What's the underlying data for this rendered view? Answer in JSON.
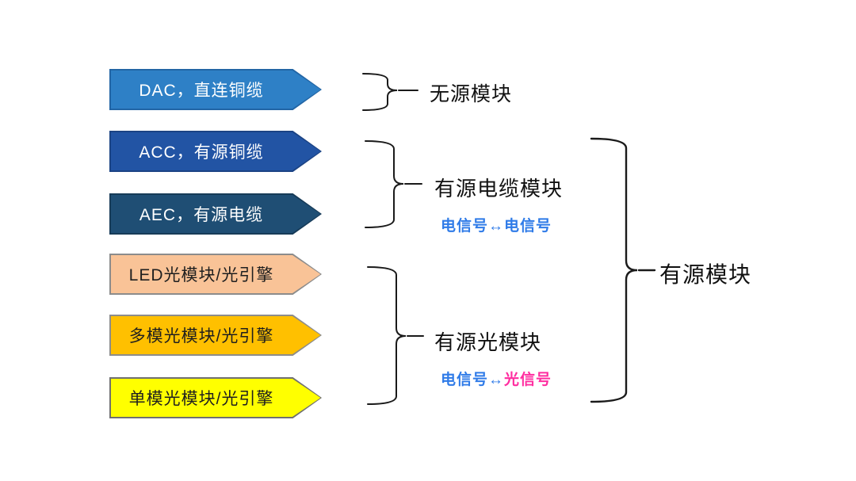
{
  "diagram": {
    "arrows": [
      {
        "label": "DAC，直连铜缆",
        "fill": "#2E80C6",
        "border": "#2265A5",
        "text_color": "#FFFFFF"
      },
      {
        "label": "ACC，有源铜缆",
        "fill": "#2254A4",
        "border": "#1B4384",
        "text_color": "#FFFFFF"
      },
      {
        "label": "AEC，有源电缆",
        "fill": "#1F4E74",
        "border": "#173B58",
        "text_color": "#FFFFFF"
      },
      {
        "label": "LED光模块/光引擎",
        "fill": "#F9C397",
        "border": "#8C8C8C",
        "text_color": "#1F1F1F"
      },
      {
        "label": "多模光模块/光引擎",
        "fill": "#FFC000",
        "border": "#8C8C8C",
        "text_color": "#1F1F1F"
      },
      {
        "label": "单模光模块/光引擎",
        "fill": "#FFFF00",
        "border": "#707070",
        "text_color": "#1F1F1F"
      }
    ],
    "labels": {
      "passive": "无源模块",
      "active_cable": "有源电缆模块",
      "active_optical": "有源光模块",
      "active": "有源模块"
    },
    "signals": {
      "cable": {
        "left": "电信号",
        "arrow": "↔",
        "right": "电信号"
      },
      "optical": {
        "left": "电信号",
        "arrow": "↔",
        "right": "光信号"
      }
    },
    "colors": {
      "signal_blue": "#2F7BE8",
      "signal_magenta": "#FF2DA0",
      "brace": "#1A1A1A",
      "label_text": "#111111",
      "background": "#FFFFFF"
    }
  }
}
